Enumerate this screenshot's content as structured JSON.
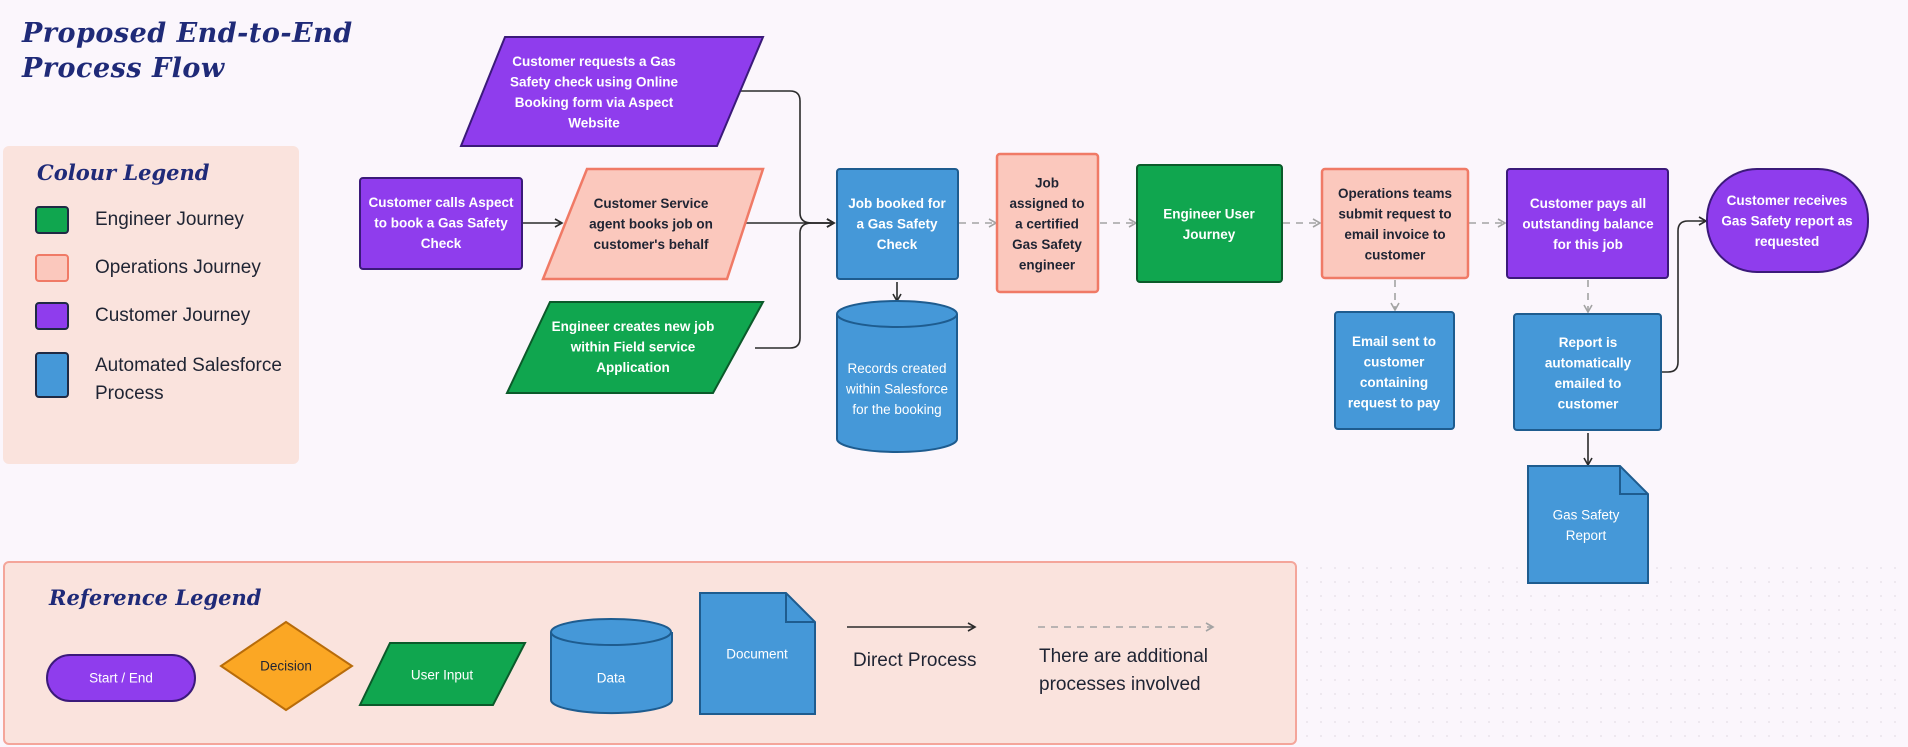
{
  "title": "Proposed End-to-End Process Flow",
  "colour_legend": {
    "heading": "Colour Legend",
    "items": [
      {
        "label": "Engineer Journey",
        "color": "#10a64f"
      },
      {
        "label": "Operations Journey",
        "color": "#fbc8bd"
      },
      {
        "label": "Customer Journey",
        "color": "#8f3ded"
      },
      {
        "label": "Automated Salesforce Process",
        "color": "#4598d8"
      }
    ]
  },
  "reference_legend": {
    "heading": "Reference Legend",
    "start_end": "Start / End",
    "decision": "Decision",
    "user_input": "User Input",
    "data": "Data",
    "document": "Document",
    "direct_process": "Direct Process",
    "additional_processes": "There are additional processes involved"
  },
  "nodes": {
    "customer_calls": "Customer calls Aspect to book a Gas Safety Check",
    "online_booking": "Customer requests a Gas Safety check using Online Booking form via Aspect Website",
    "agent_books": "Customer Service agent books job on customer's behalf",
    "engineer_creates": "Engineer creates new job within Field service Application",
    "job_booked": "Job booked for a Gas Safety Check",
    "records_created": "Records created within Salesforce for the booking",
    "job_assigned": "Job assigned to a certified Gas Safety engineer",
    "engineer_journey": "Engineer User Journey",
    "ops_invoice": "Operations teams submit request to email invoice to customer",
    "email_sent": "Email sent to customer containing request to pay",
    "customer_pays": "Customer pays all outstanding balance for this job",
    "report_emailed": "Report is automatically emailed to customer",
    "gas_report": "Gas Safety Report",
    "customer_receives": "Customer receives Gas Safety report as requested"
  },
  "colors": {
    "engineer": "#10a64f",
    "operations": "#fbc8bd",
    "operations_border": "#f07a66",
    "customer": "#8f3ded",
    "automated": "#4598d8",
    "decision": "#fba724",
    "arrow": "#2b2b2b",
    "dashed": "#a3a3a3"
  }
}
